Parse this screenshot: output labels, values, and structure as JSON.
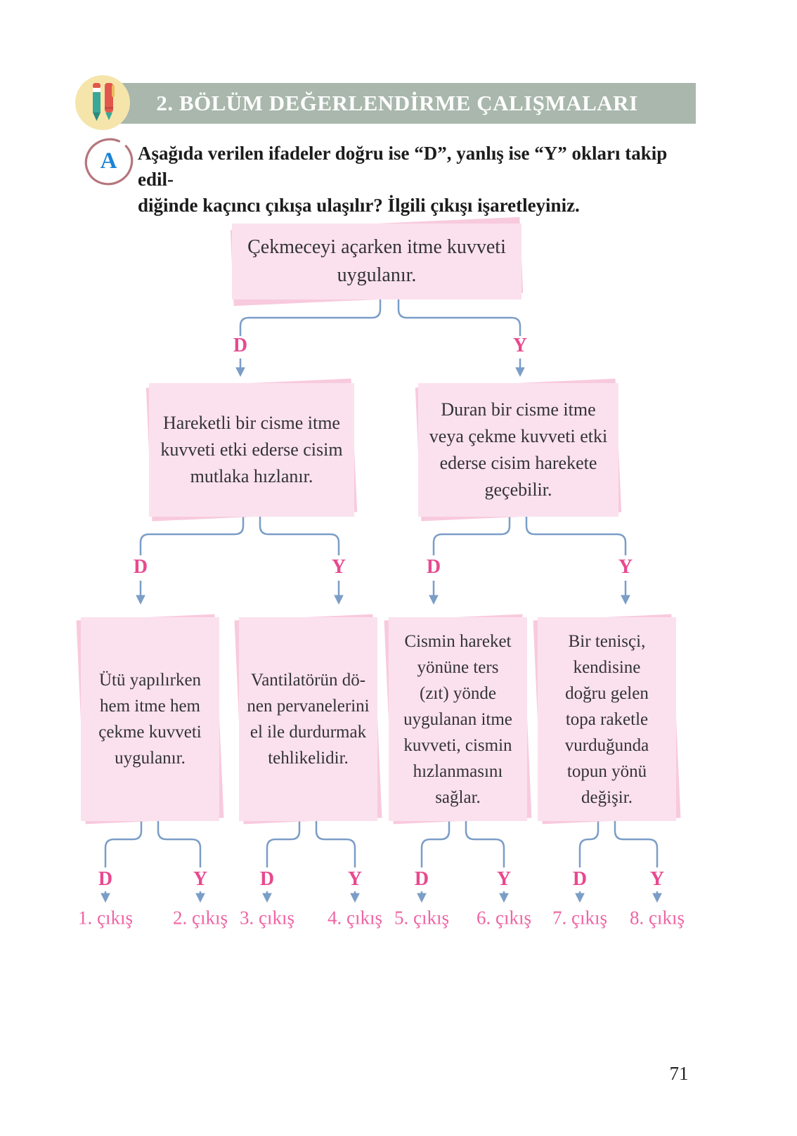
{
  "page": {
    "number": "71"
  },
  "header": {
    "title": "2. BÖLÜM DEĞERLENDİRME ÇALIŞMALARI"
  },
  "question": {
    "label": "A",
    "line1": "Aşağıda verilen ifadeler doğru ise “D”, yanlış ise “Y” okları takip edil-",
    "line2": "diğinde kaçıncı çıkışa ulaşılır? İlgili çıkışı işaretleyiniz."
  },
  "flowchart": {
    "branch_true": "D",
    "branch_false": "Y",
    "level1": {
      "text": [
        "Çekmeceyi açarken itme kuvveti",
        "uygulanır."
      ]
    },
    "level2": [
      {
        "text": [
          "Hareketli bir cisme itme",
          "kuvveti etki ederse cisim",
          "mutlaka hızlanır."
        ]
      },
      {
        "text": [
          "Duran bir cisme itme",
          "veya çekme kuvveti etki",
          "ederse cisim harekete",
          "geçebilir."
        ]
      }
    ],
    "level3": [
      {
        "text": [
          "Ütü yapılırken",
          "hem itme hem",
          "çekme kuvveti",
          "uygulanır."
        ]
      },
      {
        "text": [
          "Vantilatörün dö-",
          "nen pervanelerini",
          "el ile durdurmak",
          "tehlikelidir."
        ]
      },
      {
        "text": [
          "Cismin hareket",
          "yönüne ters",
          "(zıt) yönde",
          "uygulanan itme",
          "kuvveti, cismin",
          "hızlanmasını",
          "sağlar."
        ]
      },
      {
        "text": [
          "Bir tenisçi,",
          "kendisine",
          "doğru gelen",
          "topa raketle",
          "vurduğunda",
          "topun yönü",
          "değişir."
        ]
      }
    ],
    "exits": [
      "1. çıkış",
      "2. çıkış",
      "3. çıkış",
      "4. çıkış",
      "5. çıkış",
      "6. çıkış",
      "7. çıkış",
      "8. çıkış"
    ]
  },
  "colors": {
    "band_green": "#a9b7ac",
    "box_pink": "#fbe1ee",
    "box_shadow_pink": "#f8cadd",
    "connector_blue": "#7b9dc7",
    "branch_label_pink": "#e8498f",
    "exit_pink": "#ef64a4",
    "badge_letter_blue": "#1b83d6",
    "badge_circle_rose": "#b4767c",
    "icon_circle_yellow": "#f5e5ab"
  }
}
